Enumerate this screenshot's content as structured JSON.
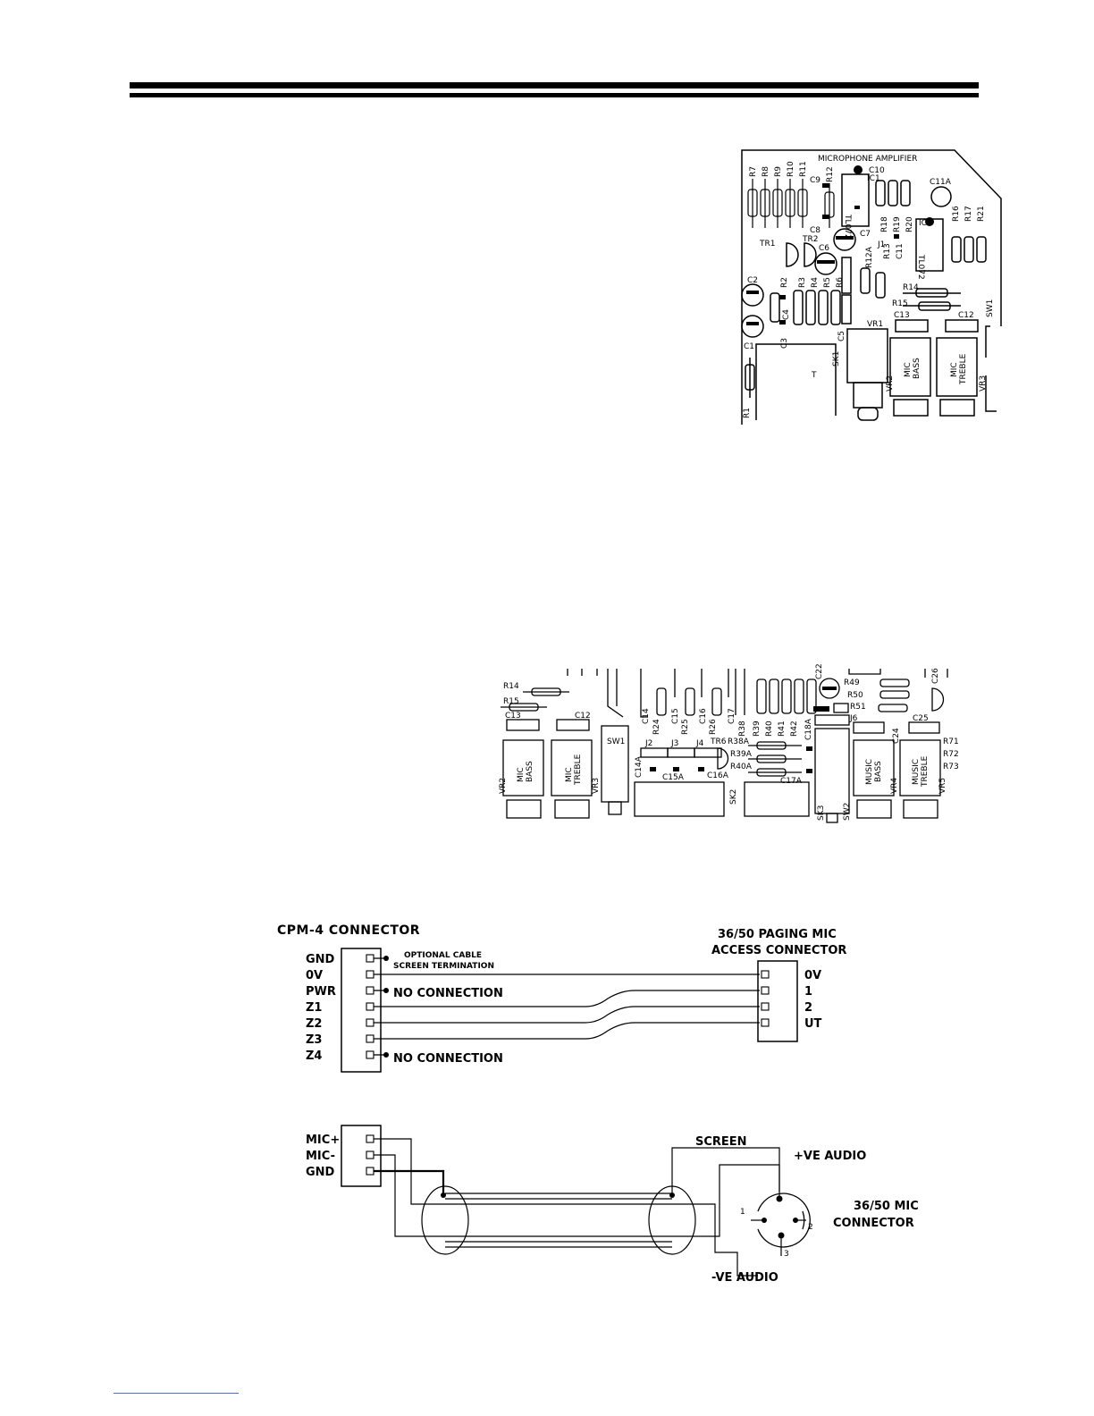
{
  "pcb1": {
    "title": "MICROPHONE AMPLIFIER",
    "labels": {
      "r7": "R7",
      "r8": "R8",
      "r9": "R9",
      "r10": "R10",
      "r11": "R11",
      "r12": "R12",
      "c10": "C10",
      "ic1": "IC1",
      "c11a": "C11A",
      "c9": "C9",
      "c8": "C8",
      "c7": "C7",
      "r18": "R18",
      "r19": "R19",
      "r20": "R20",
      "ic2": "IC2",
      "r16": "R16",
      "r17": "R17",
      "r21": "R21",
      "tr1": "TR1",
      "tr2": "TR2",
      "c6": "C6",
      "j1": "J1",
      "r13": "R13",
      "c11": "C11",
      "c2": "C2",
      "r2": "R2",
      "r3": "R3",
      "r4": "R4",
      "r5": "R5",
      "r6": "R6",
      "c4": "C4",
      "r12a": "R12A",
      "r14": "R14",
      "r15": "R15",
      "vr1": "VR1",
      "c13": "C13",
      "c12": "C12",
      "sw1": "SW1",
      "c1": "C1",
      "c3": "C3",
      "c5": "C5",
      "sk1": "SK1",
      "vr2": "VR2",
      "vr3": "VR3",
      "mic": "MIC",
      "bass": "BASS",
      "treble": "TREBLE",
      "r1": "R1",
      "ic_text": "TL072",
      "t": "T"
    }
  },
  "pcb2": {
    "labels": {
      "r14": "R14",
      "r15": "R15",
      "c13": "C13",
      "c12": "C12",
      "sw1": "SW1",
      "c14": "C14",
      "r24": "R24",
      "c15": "C15",
      "r25": "R25",
      "c16": "C16",
      "r26": "R26",
      "c17": "C17",
      "r38": "R38",
      "r39": "R39",
      "r40": "R40",
      "r41": "R41",
      "r42": "R42",
      "c18a": "C18A",
      "c22": "C22",
      "r49": "R49",
      "r50": "R50",
      "r51": "R51",
      "j6": "J6",
      "c26": "C26",
      "c24": "C24",
      "c25": "C25",
      "j2": "J2",
      "j3": "J3",
      "j4": "J4",
      "tr6": "TR6",
      "r38a": "R38A",
      "r39a": "R39A",
      "r40a": "R40A",
      "c14a": "C14A",
      "c15a": "C15A",
      "c16a": "C16A",
      "c17a": "C17A",
      "r71": "R71",
      "r72": "R72",
      "r73": "R73",
      "vr2": "VR2",
      "vr3": "VR3",
      "vr4": "VR4",
      "vr5": "VR5",
      "sk2": "SK2",
      "sk3": "SK3",
      "sw2": "SW2",
      "mic": "MIC",
      "bass": "BASS",
      "treble": "TREBLE",
      "music": "MUSIC"
    }
  },
  "wiring1": {
    "left_title": "CPM-4 CONNECTOR",
    "left_pins": [
      "GND",
      "0V",
      "PWR",
      "Z1",
      "Z2",
      "Z3",
      "Z4"
    ],
    "screen_note_1": "OPTIONAL CABLE",
    "screen_note_2": "SCREEN TERMINATION",
    "no_connection": "NO CONNECTION",
    "right_title_1": "36/50 PAGING MIC",
    "right_title_2": "ACCESS CONNECTOR",
    "right_pins": [
      "0V",
      "1",
      "2",
      "UT"
    ]
  },
  "wiring2": {
    "left_pins": [
      "MIC+",
      "MIC-",
      "GND"
    ],
    "screen": "SCREEN",
    "pos_audio": "+VE AUDIO",
    "neg_audio": "-VE AUDIO",
    "conn_title_1": "36/50 MIC",
    "conn_title_2": "CONNECTOR",
    "pin1": "1",
    "pin2": "2",
    "pin3": "3"
  },
  "colors": {
    "ink": "#000000",
    "paper": "#ffffff",
    "footer_line": "#4a6fd6"
  }
}
